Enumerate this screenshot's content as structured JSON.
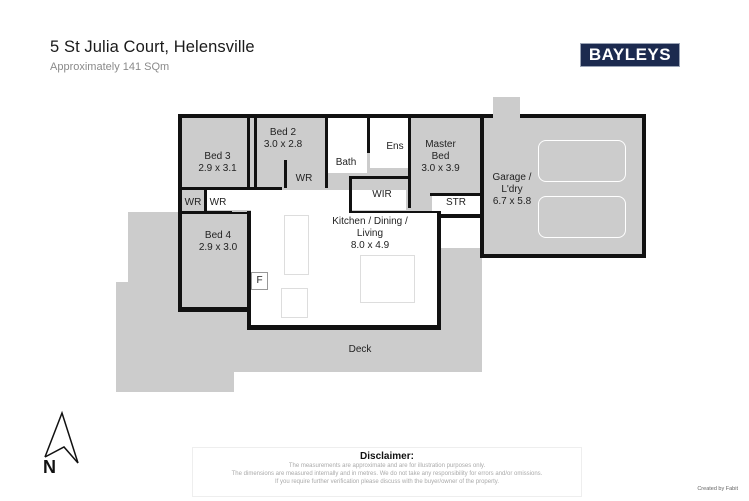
{
  "header": {
    "title": "5 St Julia Court, Helensville",
    "subtitle": "Approximately 141 SQm",
    "logo_text": "BAYLEYS",
    "logo_color": "#1c2a4f"
  },
  "rooms": {
    "bed3": {
      "name": "Bed 3",
      "size": "2.9 x 3.1"
    },
    "bed2": {
      "name": "Bed 2",
      "size": "3.0 x 2.8"
    },
    "bath": {
      "name": "Bath"
    },
    "ens": {
      "name": "Ens"
    },
    "master": {
      "name": "Master",
      "name2": "Bed",
      "size": "3.0 x 3.9"
    },
    "wr_bed2": {
      "name": "WR"
    },
    "wr1": {
      "name": "WR"
    },
    "wr2": {
      "name": "WR"
    },
    "wir": {
      "name": "WIR"
    },
    "str": {
      "name": "STR"
    },
    "garage": {
      "name": "Garage /",
      "name2": "L'dry",
      "size": "6.7 x 5.8"
    },
    "bed4": {
      "name": "Bed 4",
      "size": "2.9 x 3.0"
    },
    "kitchen": {
      "name": "Kitchen / Dining /",
      "name2": "Living",
      "size": "8.0 x 4.9"
    },
    "fridge": {
      "name": "F"
    },
    "deck": {
      "name": "Deck"
    }
  },
  "compass": {
    "label": "N",
    "icon": "north-arrow-icon"
  },
  "disclaimer": {
    "title": "Disclaimer:",
    "lines": [
      "The measurements are approximate and are for illustration purposes only.",
      "The dimensions are measured internally and in metres. We do not take any responsibility for errors and/or omissions.",
      "If you require further verification please discuss with the buyer/owner of the property."
    ]
  },
  "footer": {
    "created_by": "Created by Fabit"
  },
  "colors": {
    "room_fill": "#cccccc",
    "wall": "#111111",
    "background": "#ffffff"
  }
}
